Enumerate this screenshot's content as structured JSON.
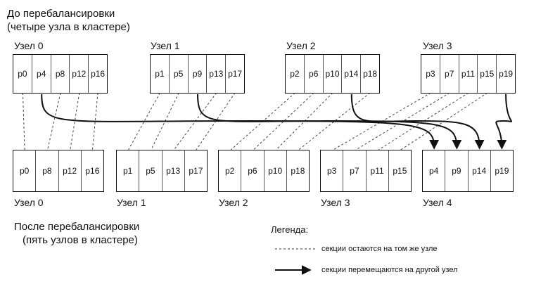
{
  "before": {
    "caption_line1": "До перебалансировки",
    "caption_line2": "(четыре узла в кластере)",
    "nodes": [
      {
        "label": "Узел 0",
        "partitions": [
          "p0",
          "p4",
          "p8",
          "p12",
          "p16"
        ]
      },
      {
        "label": "Узел 1",
        "partitions": [
          "p1",
          "p5",
          "p9",
          "p13",
          "p17"
        ]
      },
      {
        "label": "Узел 2",
        "partitions": [
          "p2",
          "p6",
          "p10",
          "p14",
          "p18"
        ]
      },
      {
        "label": "Узел 3",
        "partitions": [
          "p3",
          "p7",
          "p11",
          "p15",
          "p19"
        ]
      }
    ]
  },
  "after": {
    "caption_line1": "После перебалансировки",
    "caption_line2": "(пять узлов в кластере)",
    "nodes": [
      {
        "label": "Узел 0",
        "partitions": [
          "p0",
          "p8",
          "p12",
          "p16"
        ]
      },
      {
        "label": "Узел 1",
        "partitions": [
          "p1",
          "p5",
          "p13",
          "p17"
        ]
      },
      {
        "label": "Узел 2",
        "partitions": [
          "p2",
          "p6",
          "p10",
          "p18"
        ]
      },
      {
        "label": "Узел 3",
        "partitions": [
          "p3",
          "p7",
          "p11",
          "p15"
        ]
      },
      {
        "label": "Узел 4",
        "partitions": [
          "p4",
          "p9",
          "p14",
          "p19"
        ]
      }
    ]
  },
  "legend": {
    "title": "Легенда:",
    "stay_text": "секции остаются на том же узле",
    "move_text": "секции перемещаются на другой узел"
  },
  "moved_partitions": [
    "p4",
    "p9",
    "p14",
    "p19"
  ]
}
